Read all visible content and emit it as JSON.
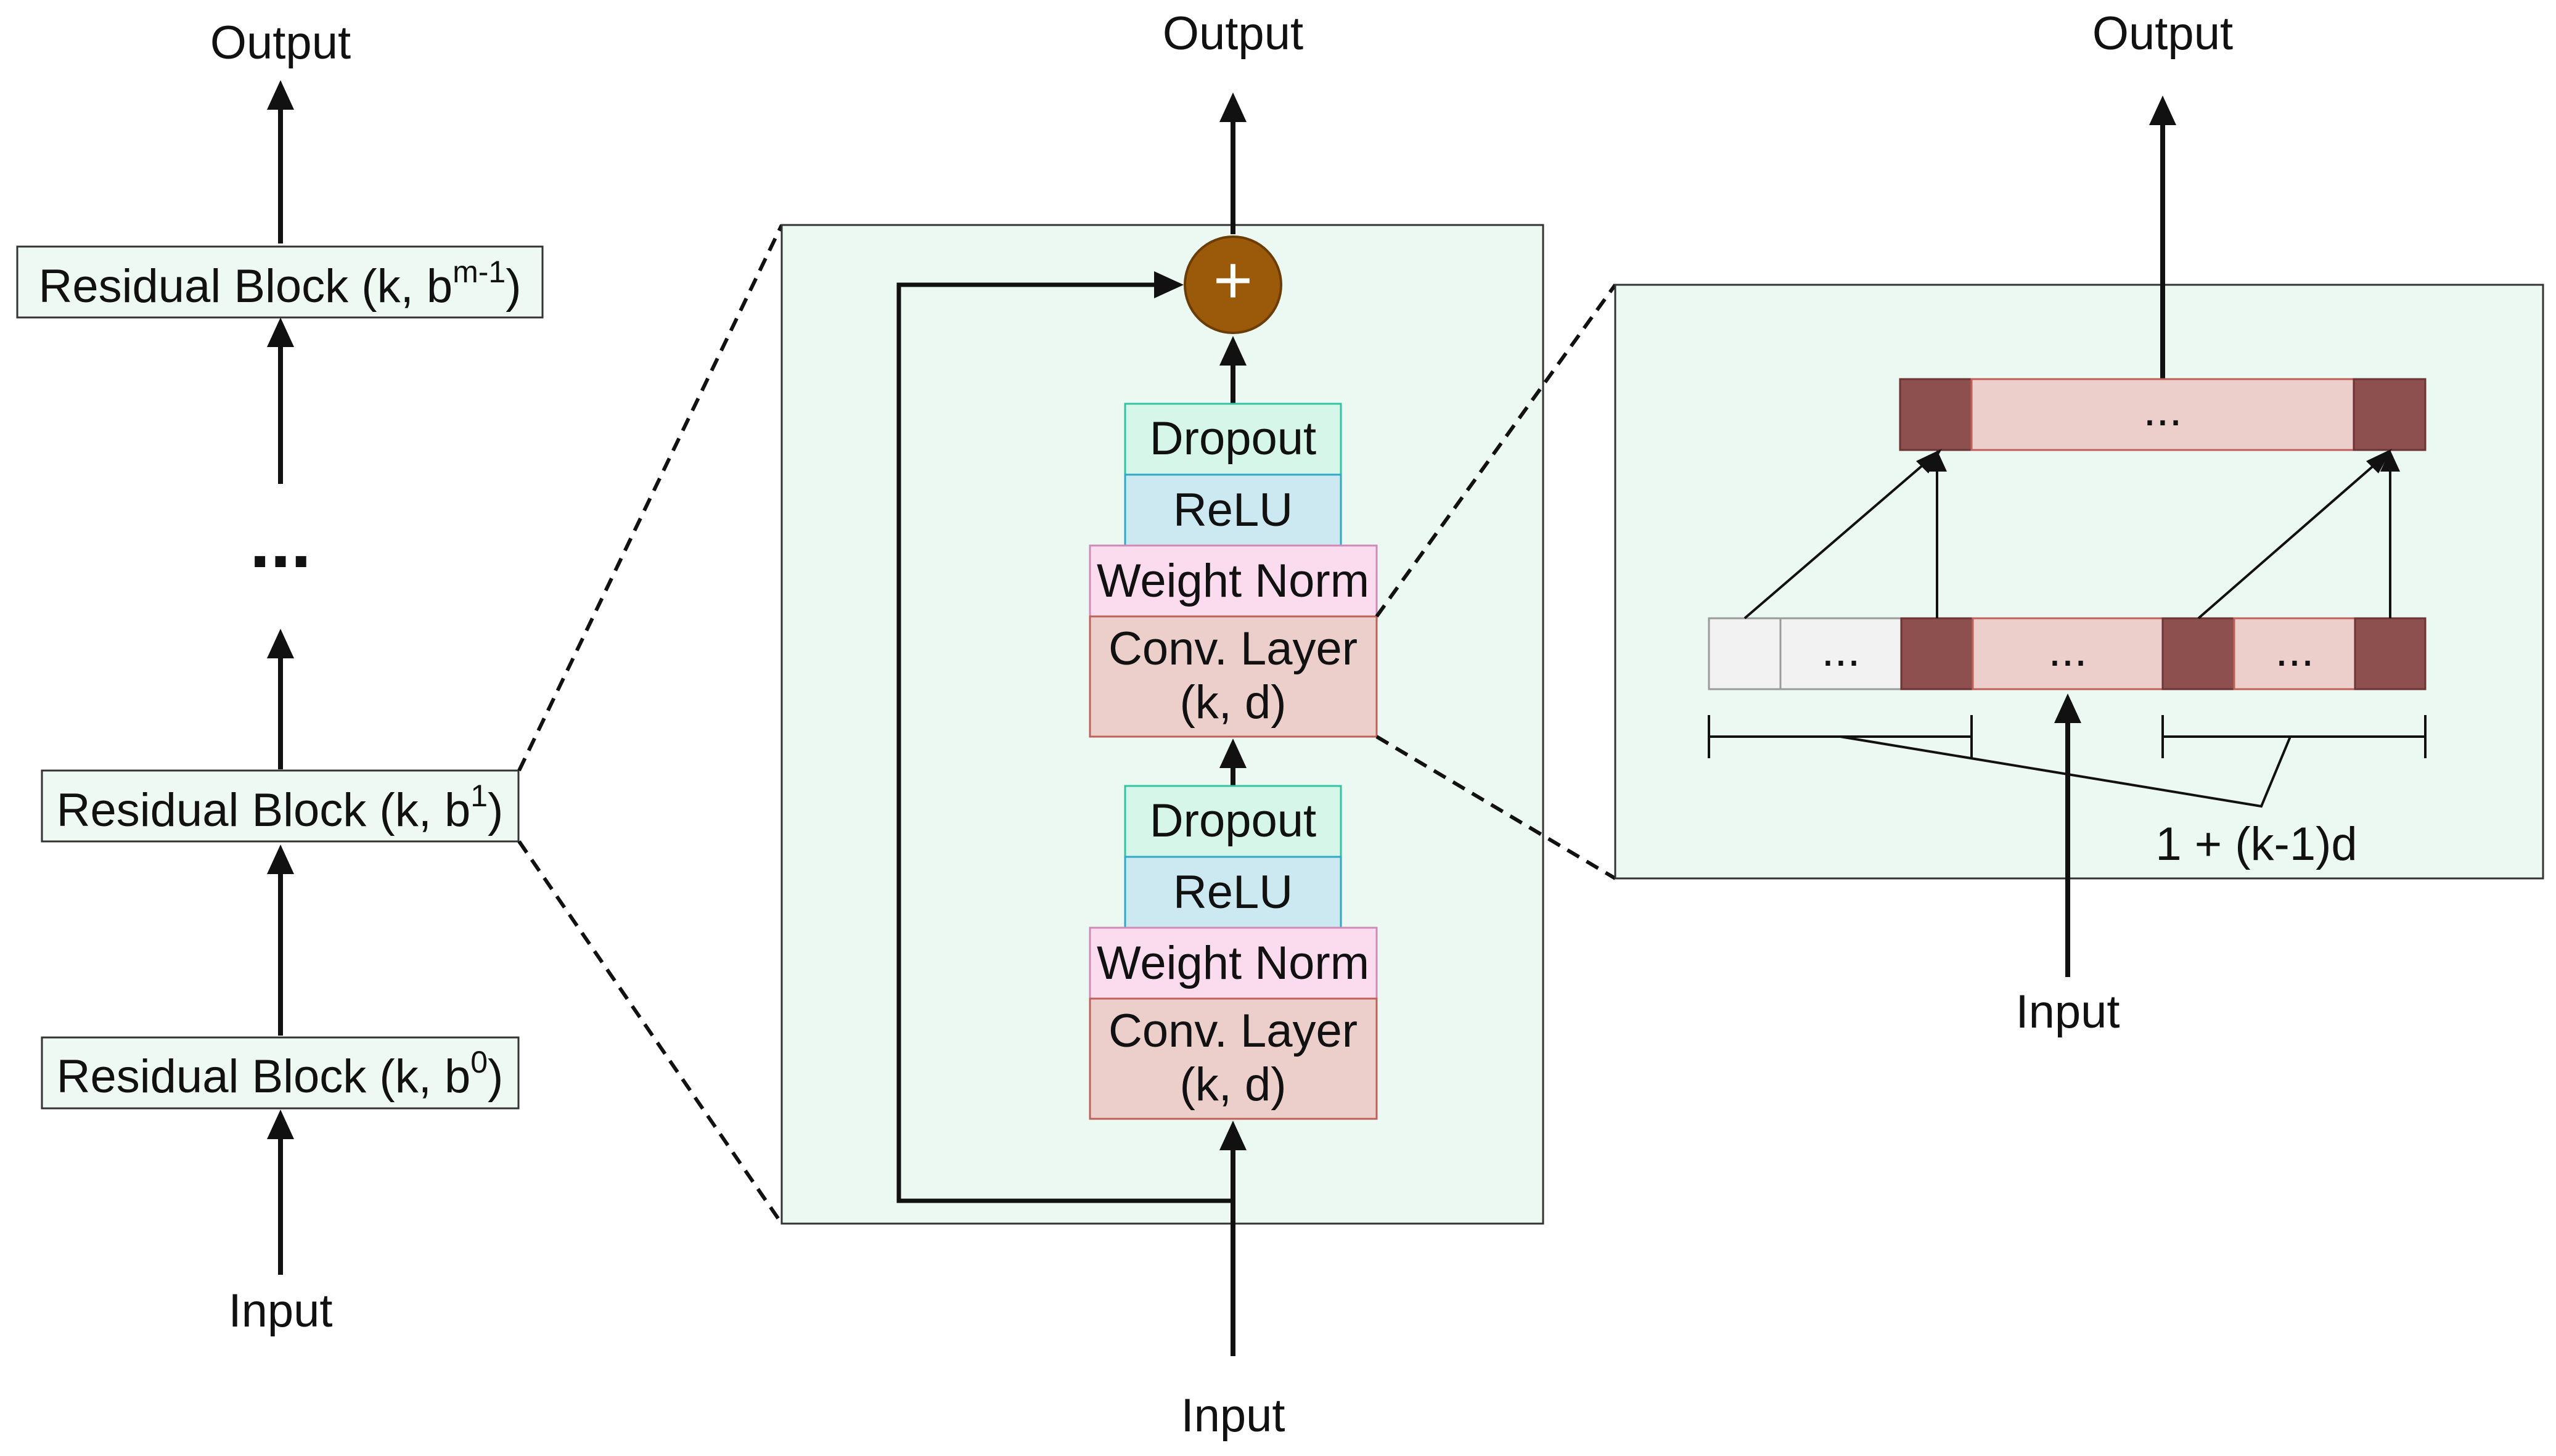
{
  "colors": {
    "panel_bg": "#ecf8f2",
    "residual_block_bg": "#eef9f3",
    "dropout": "#d5f6e8",
    "dropout_border": "#35c4a3",
    "relu": "#cce9f1",
    "relu_border": "#2fa9c6",
    "weight_norm": "#fadcee",
    "weight_norm_border": "#d08ab8",
    "conv_layer": "#eccfcb",
    "conv_layer_border": "#c0605a",
    "adder": "#9a5a0a",
    "cell_dark": "#8e4f4f",
    "cell_light": "#eccfcb",
    "cell_blank": "#f2f2f2"
  },
  "left_stack": {
    "output_label": "Output",
    "input_label": "Input",
    "ellipsis": "...",
    "blocks": [
      {
        "text": "Residual Block (k, b",
        "sup": "m-1",
        "close": ")"
      },
      {
        "text": "Residual Block (k, b",
        "sup": "1",
        "close": ")"
      },
      {
        "text": "Residual Block (k, b",
        "sup": "0",
        "close": ")"
      }
    ]
  },
  "middle_block": {
    "output_label": "Output",
    "input_label": "Input",
    "adder_symbol": "+",
    "upper": {
      "dropout": "Dropout",
      "relu": "ReLU",
      "weight_norm": "Weight Norm",
      "conv_line1": "Conv. Layer",
      "conv_line2": "(k, d)"
    },
    "lower": {
      "dropout": "Dropout",
      "relu": "ReLU",
      "weight_norm": "Weight Norm",
      "conv_line1": "Conv. Layer",
      "conv_line2": "(k, d)"
    }
  },
  "right_panel": {
    "output_label": "Output",
    "input_label": "Input",
    "receptive_field_label": "1 + (k-1)d",
    "output_row_ellipsis": "...",
    "input_row_ellipses": [
      "...",
      "...",
      "..."
    ]
  }
}
